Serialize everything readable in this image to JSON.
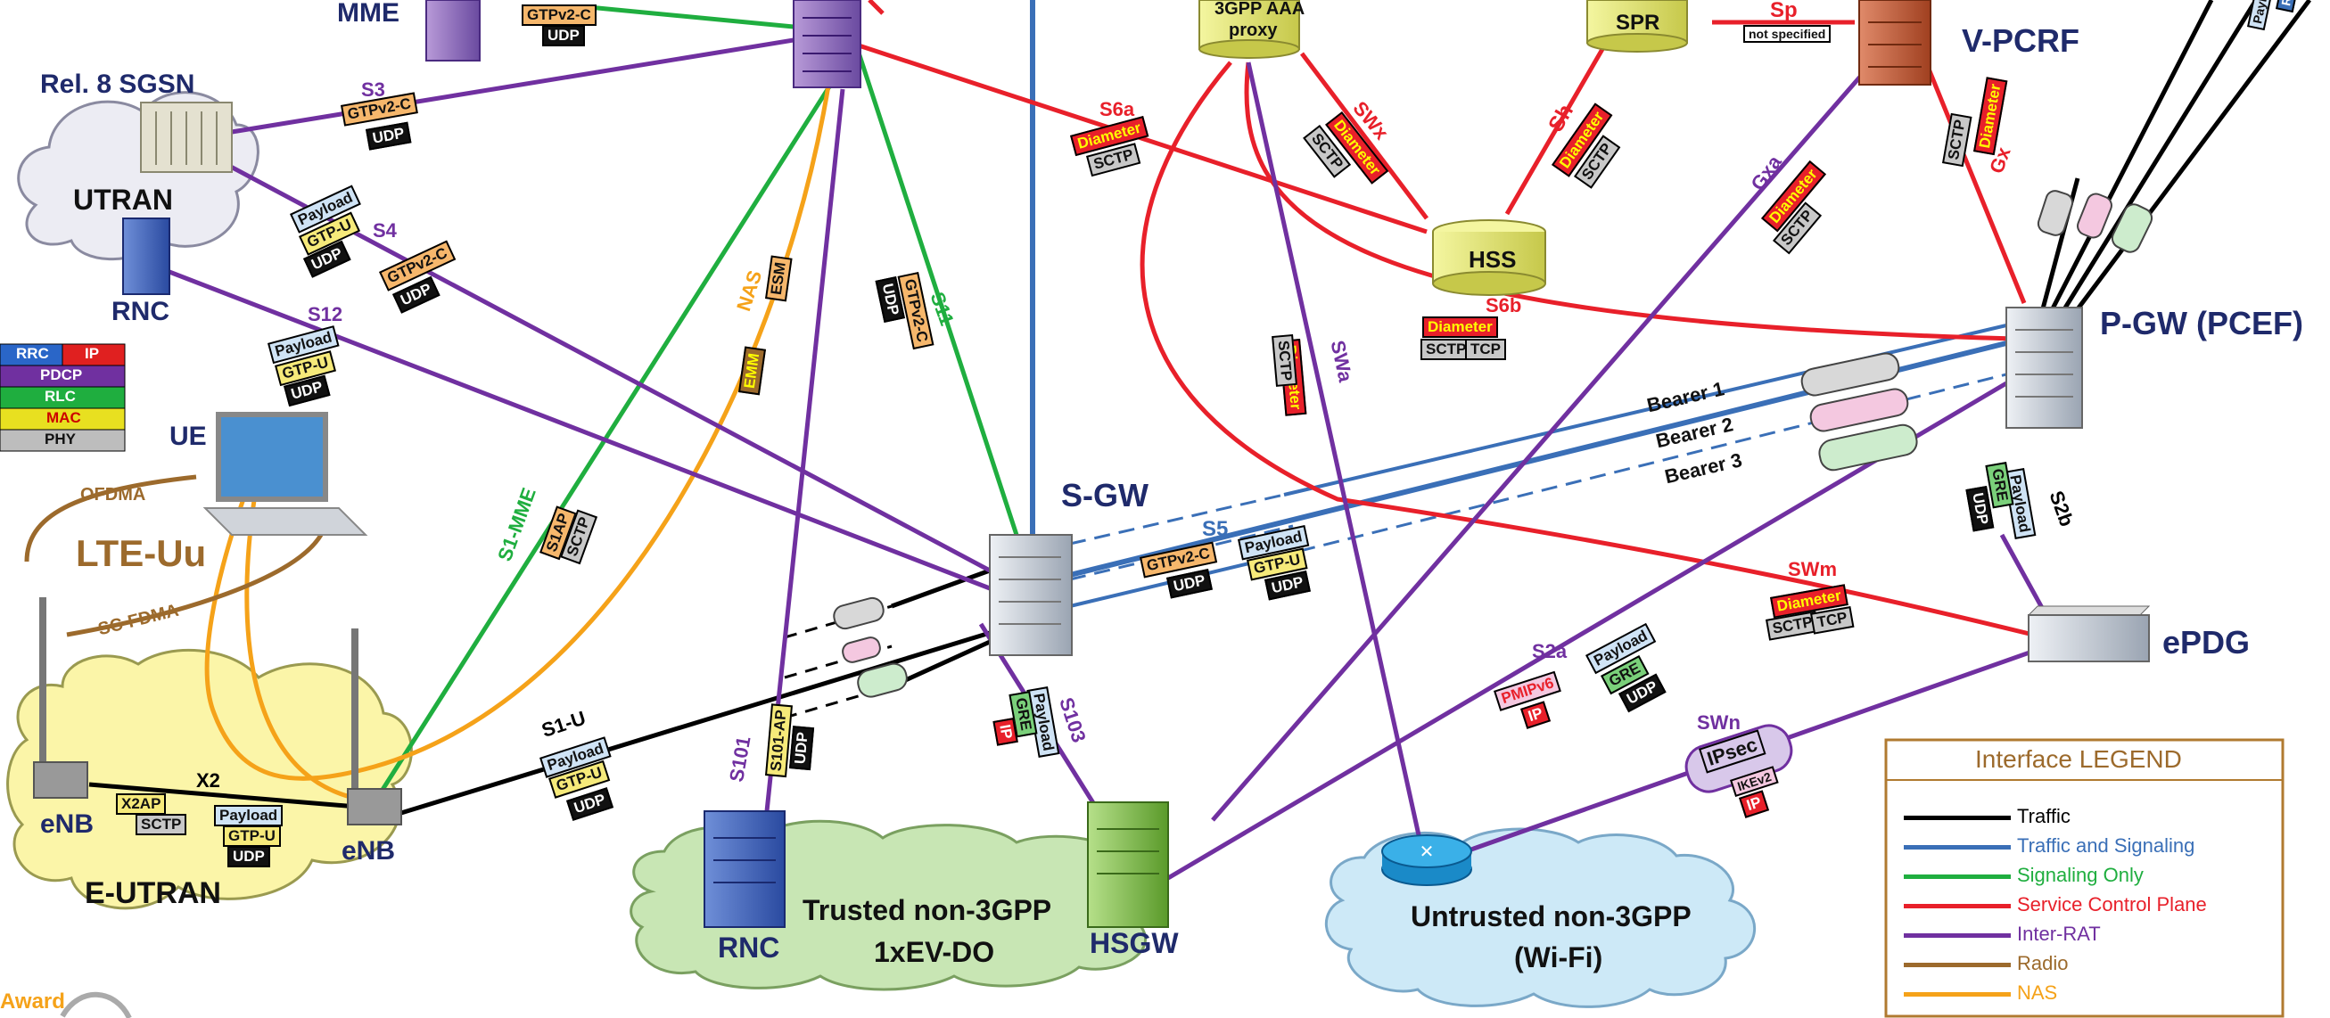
{
  "nodes": {
    "mme": "MME",
    "sgsn": "Rel. 8  SGSN",
    "utran": "UTRAN",
    "rnc_left": "RNC",
    "ue": "UE",
    "lte_uu": "LTE-Uu",
    "ofdma": "OFDMA",
    "scfdma": "SC-FDMA",
    "enb_left": "eNB",
    "enb_right": "eNB",
    "eutran": "E-UTRAN",
    "sgw": "S-GW",
    "aaa_proxy_1": "3GPP AAA",
    "aaa_proxy_2": "proxy",
    "spr": "SPR",
    "hss": "HSS",
    "vpcrf": "V-PCRF",
    "pgw": "P-GW (PCEF)",
    "epdg": "ePDG",
    "rnc_bottom": "RNC",
    "hsgw": "HSGW",
    "trusted_1": "Trusted non-3GPP",
    "trusted_2": "1xEV-DO",
    "untrusted_1": "Untrusted non-3GPP",
    "untrusted_2": "(Wi-Fi)",
    "award": "Award"
  },
  "interfaces": {
    "s3": "S3",
    "s4": "S4",
    "s12": "S12",
    "s5": "S5",
    "s6a": "S6a",
    "s6b": "S6b",
    "s11": "S11",
    "swx": "SWx",
    "sh": "Sh",
    "sp": "Sp",
    "gx": "Gx",
    "gxa": "Gxa",
    "s1mme": "S1-MME",
    "nas": "NAS",
    "s1u": "S1-U",
    "x2": "X2",
    "s101": "S101",
    "s103": "S103",
    "s2a": "S2a",
    "s2b": "S2b",
    "swm": "SWm",
    "swn": "SWn",
    "swa": "SWa",
    "bearer1": "Bearer 1",
    "bearer2": "Bearer 2",
    "bearer3": "Bearer 3"
  },
  "protocols": {
    "gtpv2c": "GTPv2-C",
    "udp": "UDP",
    "sctp": "SCTP",
    "tcp": "TCP",
    "payload": "Payload",
    "gtpu": "GTP-U",
    "diameter": "Diameter",
    "esm": "ESM",
    "emm": "EMM",
    "s1ap": "S1AP",
    "x2ap": "X2AP",
    "s101ap": "S101-AP",
    "gre": "GRE",
    "ip": "IP",
    "pmipv6": "PMIPv6",
    "ipsec": "IPsec",
    "ikev2": "IKEv2",
    "not_specified": "not specified",
    "rtp_partial": "RTP",
    "payload_partial": "Payl"
  },
  "stack": [
    "RRC",
    "IP",
    "PDCP",
    "RLC",
    "MAC",
    "PHY"
  ],
  "legend": {
    "title": "Interface LEGEND",
    "items": [
      {
        "label": "Traffic",
        "color": "#000000"
      },
      {
        "label": "Traffic and Signaling",
        "color": "#3a6fb7"
      },
      {
        "label": "Signaling Only",
        "color": "#1fae3f"
      },
      {
        "label": "Service Control Plane",
        "color": "#e8202a"
      },
      {
        "label": "Inter-RAT",
        "color": "#7030a0"
      },
      {
        "label": "Radio",
        "color": "#9c6a2c"
      },
      {
        "label": "NAS",
        "color": "#f5a219"
      }
    ]
  },
  "colors": {
    "traffic": "#000000",
    "traffic_signaling": "#3a6fb7",
    "signaling": "#1fae3f",
    "service_control": "#e8202a",
    "inter_rat": "#7030a0",
    "radio": "#9c6a2c",
    "nas": "#f5a219",
    "node_label": "#1f2a6b"
  }
}
